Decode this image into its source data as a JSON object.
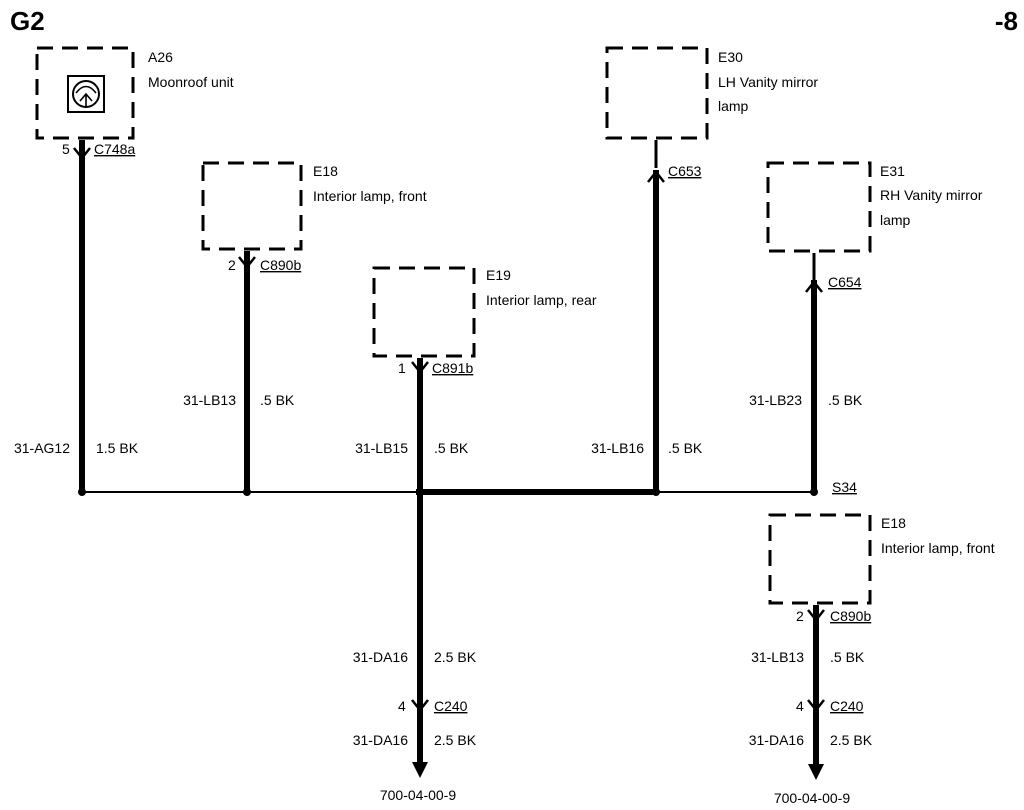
{
  "page": {
    "id": "G2",
    "sheet": "-8"
  },
  "components": [
    {
      "key": "a26",
      "ref": "A26",
      "name": "Moonroof unit",
      "name2": "",
      "connector": "C748a",
      "pin": "5",
      "conn_underlined": true
    },
    {
      "key": "e18a",
      "ref": "E18",
      "name": "Interior lamp, front",
      "name2": "",
      "connector": "C890b",
      "pin": "2",
      "conn_underlined": true
    },
    {
      "key": "e19",
      "ref": "E19",
      "name": "Interior lamp, rear",
      "name2": "",
      "connector": "C891b",
      "pin": "1",
      "conn_underlined": true
    },
    {
      "key": "e30",
      "ref": "E30",
      "name": "LH Vanity mirror",
      "name2": "lamp",
      "connector": "C653",
      "pin": "",
      "conn_underlined": true
    },
    {
      "key": "e31",
      "ref": "E31",
      "name": "RH Vanity mirror",
      "name2": "lamp",
      "connector": "C654",
      "pin": "",
      "conn_underlined": true
    },
    {
      "key": "e18b",
      "ref": "E18",
      "name": "Interior lamp, front",
      "name2": "",
      "connector": "C890b",
      "pin": "2",
      "conn_underlined": true
    }
  ],
  "wires": [
    {
      "key": "w1",
      "circuit": "31-AG12",
      "gauge": "1.5 BK"
    },
    {
      "key": "w2",
      "circuit": "31-LB13",
      "gauge": ".5 BK"
    },
    {
      "key": "w3",
      "circuit": "31-LB15",
      "gauge": ".5 BK"
    },
    {
      "key": "w4",
      "circuit": "31-LB16",
      "gauge": ".5 BK"
    },
    {
      "key": "w5",
      "circuit": "31-LB23",
      "gauge": ".5 BK"
    },
    {
      "key": "w6",
      "circuit": "31-DA16",
      "gauge": "2.5 BK"
    },
    {
      "key": "w7",
      "circuit": "31-DA16",
      "gauge": "2.5 BK"
    },
    {
      "key": "w8",
      "circuit": "31-LB13",
      "gauge": ".5 BK"
    },
    {
      "key": "w9",
      "circuit": "31-DA16",
      "gauge": "2.5 BK"
    }
  ],
  "splice": {
    "label": "S34"
  },
  "inline_connectors": [
    {
      "key": "c240a",
      "connector": "C240",
      "pin": "4"
    },
    {
      "key": "c240b",
      "connector": "C240",
      "pin": "4"
    }
  ],
  "destinations": [
    {
      "key": "d1",
      "ref": "700-04-00-9"
    },
    {
      "key": "d2",
      "ref": "700-04-00-9"
    }
  ],
  "icons": {
    "moonroof": "moonroof-motor-icon"
  }
}
